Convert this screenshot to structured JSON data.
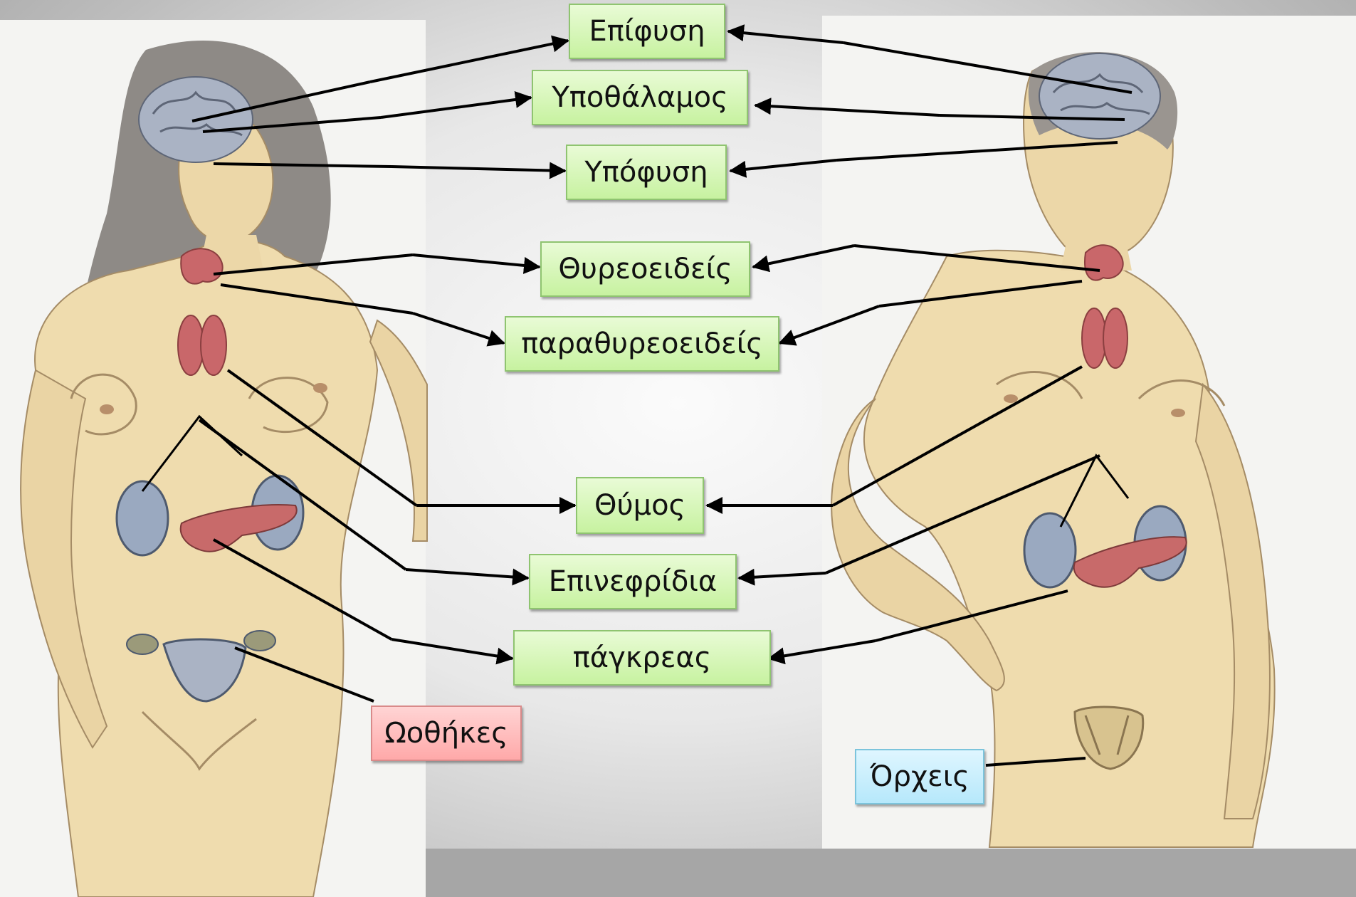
{
  "labels": {
    "pineal": "Επίφυση",
    "hypothalamus": "Υποθάλαμος",
    "pituitary": "Υπόφυση",
    "thyroid": "Θυρεοειδείς",
    "parathyroid": "παραθυρεοειδείς",
    "thymus": "Θύμος",
    "adrenal": "Επινεφρίδια",
    "pancreas": "πάγκρεας",
    "ovaries": "Ωοθήκες",
    "testes": "Όρχεις"
  },
  "colors": {
    "green_box": "#c7f2a0",
    "ovary_box": "#ffa9a9",
    "testis_box": "#b6e8fb",
    "skin": "#efdcae",
    "brain": "#aab3c4",
    "thyroid": "#c9676a",
    "kidney": "#9aa9c0",
    "pancreas": "#c86a6a"
  }
}
